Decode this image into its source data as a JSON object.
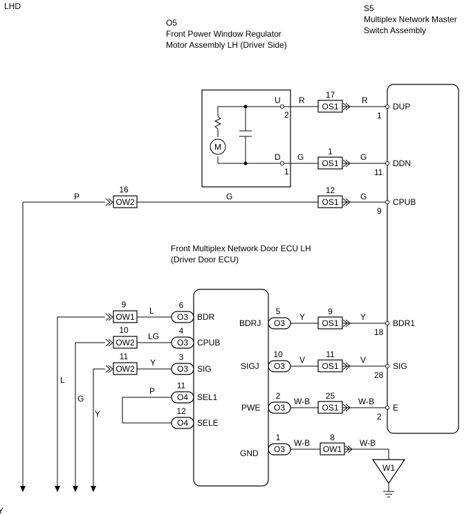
{
  "header": {
    "lhd": "LHD"
  },
  "s5": {
    "code": "S5",
    "name_line1": "Multiplex Network Master",
    "name_line2": "Switch Assembly"
  },
  "o5": {
    "code": "O5",
    "name_line1": "Front Power Window Regulator",
    "name_line2": "Motor Assembly LH (Driver Side)",
    "terminal_u": "U",
    "terminal_d": "D",
    "pin_u": "2",
    "pin_d": "1",
    "motor": "M"
  },
  "ecu": {
    "name_line1": "Front Multiplex Network Door ECU LH",
    "name_line2": "(Driver Door ECU)"
  },
  "connectors": {
    "os1": "OS1",
    "ow1": "OW1",
    "ow2": "OW2",
    "o3": "O3",
    "o4": "O4",
    "w1": "W1"
  },
  "switch_terminals": [
    {
      "name": "DUP",
      "pin": "1"
    },
    {
      "name": "DDN",
      "pin": "11"
    },
    {
      "name": "CPUB",
      "pin": "9"
    },
    {
      "name": "BDR1",
      "pin": "18"
    },
    {
      "name": "SIG",
      "pin": "28"
    },
    {
      "name": "E",
      "pin": "2"
    }
  ],
  "os1_pins": [
    "17",
    "1",
    "12",
    "9",
    "11",
    "25"
  ],
  "wire_colors": {
    "r": "R",
    "g": "G",
    "p": "P",
    "l": "L",
    "lg": "LG",
    "y": "Y",
    "v": "V",
    "wb": "W-B"
  },
  "ecu_left": [
    {
      "terminal": "BDR",
      "pin": "6",
      "conn": "O3",
      "ow": "OW1",
      "ow_pin": "9",
      "color": "L"
    },
    {
      "terminal": "CPUB",
      "pin": "4",
      "conn": "O3",
      "ow": "OW2",
      "ow_pin": "10",
      "color": "LG"
    },
    {
      "terminal": "SIG",
      "pin": "3",
      "conn": "O3",
      "ow": "OW2",
      "ow_pin": "11",
      "color": "Y"
    },
    {
      "terminal": "SEL1",
      "pin": "11",
      "conn": "O4"
    },
    {
      "terminal": "SELE",
      "pin": "12",
      "conn": "O4"
    }
  ],
  "ecu_right": [
    {
      "terminal": "BDRJ",
      "pin": "5"
    },
    {
      "terminal": "SIGJ",
      "pin": "10"
    },
    {
      "terminal": "PWE",
      "pin": "2"
    },
    {
      "terminal": "GND",
      "pin": "1"
    }
  ],
  "cpub_ow2_pin": "16",
  "gnd_ow1_pin": "8",
  "bottom_label": "Y"
}
